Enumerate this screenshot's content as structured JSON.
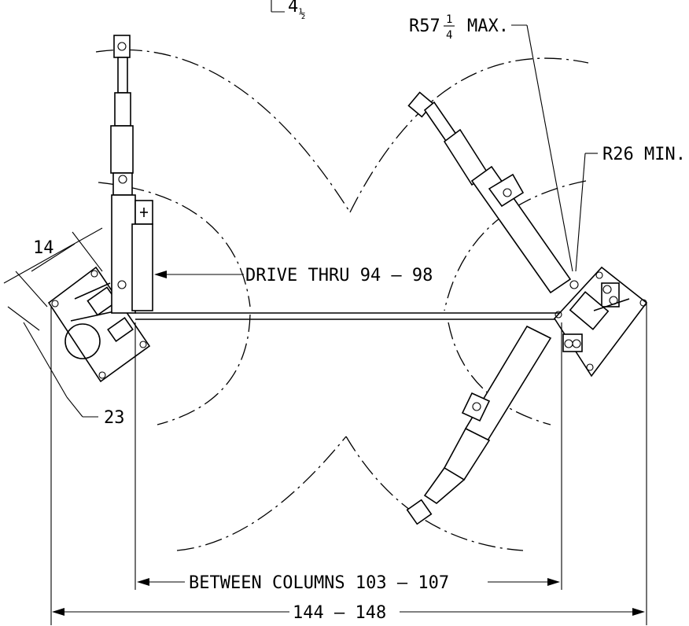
{
  "dimensions": {
    "top_partial": "4",
    "top_partial_fraction": "½",
    "max_radius": "R57",
    "max_radius_fraction_num": "1",
    "max_radius_fraction_den": "4",
    "max_radius_suffix": "MAX.",
    "min_radius": "R26 MIN.",
    "drive_thru": "DRIVE THRU 94 – 98",
    "arm_offset_a": "14",
    "arm_offset_b": "23",
    "between_columns": "BETWEEN COLUMNS 103 – 107",
    "overall_width": "144 – 148"
  }
}
